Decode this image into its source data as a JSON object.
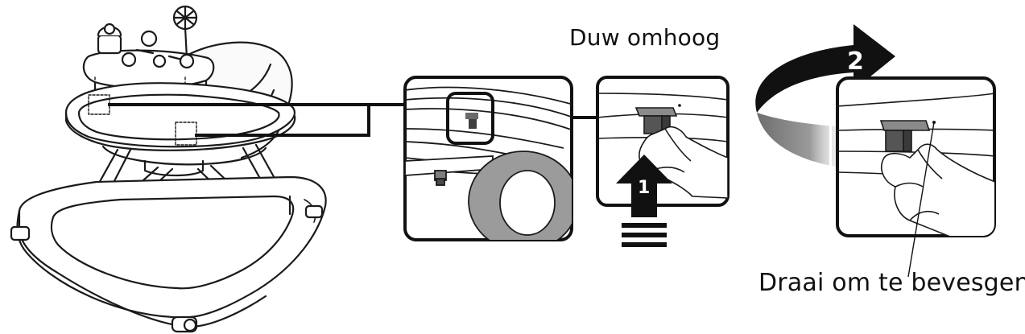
{
  "labels": {
    "push_up": "Duw omhoog",
    "turn_to_fix": "Draai om te bevesgen"
  },
  "steps": {
    "step1": "1",
    "step2": "2"
  },
  "colors": {
    "ink": "#111111",
    "dark_gray": "#3a3a3a",
    "mid_gray": "#8a8a8a",
    "light_gray": "#c8c8c8",
    "paper": "#ffffff"
  },
  "icons": {
    "walker": "baby-walker-illustration",
    "detail": "clip-detail-zoom",
    "arrow_up": "up-arrow",
    "arrow_turn": "rotate-arrow"
  }
}
